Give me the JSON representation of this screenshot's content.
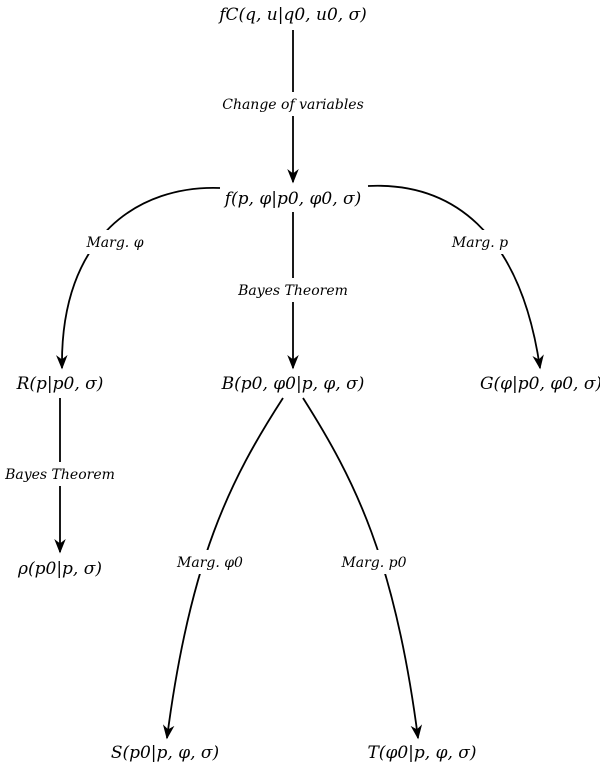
{
  "nodes": {
    "fc": "fC(q, u|q0, u0, σ)",
    "f": "f(p, φ|p0, φ0, σ)",
    "r": "R(p|p0, σ)",
    "b": "B(p0, φ0|p, φ, σ)",
    "g": "G(φ|p0, φ0, σ)",
    "rho": "ρ(p0|p, σ)",
    "s": "S(p0|p, φ, σ)",
    "t": "T(φ0|p, φ, σ)"
  },
  "edges": {
    "fc_to_f": "Change of variables",
    "f_to_r": "Marg. φ",
    "f_to_b": "Bayes Theorem",
    "f_to_g": "Marg. p",
    "r_to_rho": "Bayes Theorem",
    "b_to_s": "Marg. φ0",
    "b_to_t": "Marg. p0"
  },
  "colors": {
    "stroke": "#000000",
    "background": "#ffffff"
  }
}
